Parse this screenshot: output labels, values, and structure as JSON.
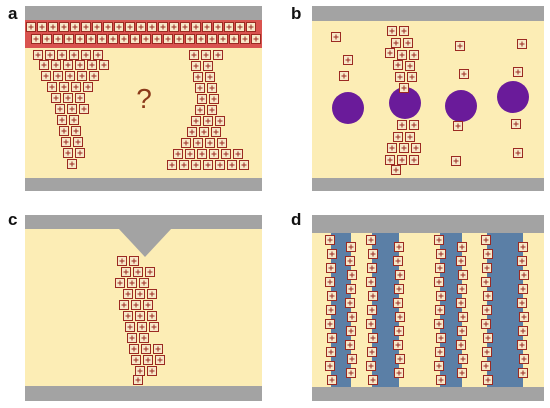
{
  "panels": [
    {
      "id": "a",
      "label": "a",
      "annotation": "?"
    },
    {
      "id": "b",
      "label": "b"
    },
    {
      "id": "c",
      "label": "c"
    },
    {
      "id": "d",
      "label": "d"
    }
  ],
  "colors": {
    "substrate": "#fcedb5",
    "electrode": "#a3a3a3",
    "vacancy_layer": "#d9534f",
    "vacancy_stroke": "#9b2a22",
    "vacancy_fill": "#f7e8c8",
    "particle": "#6a1b9a",
    "stripe": "#5b7fa6",
    "question_mark": "#8b3a1a"
  },
  "icons": {
    "vacancy": "plus-in-square-icon",
    "particle": "circle-particle"
  }
}
